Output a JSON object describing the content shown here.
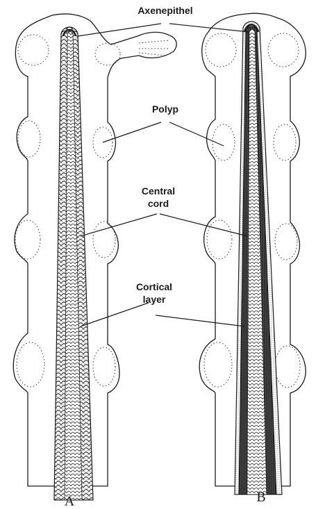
{
  "labels": {
    "axenepithel": "Axenepithel",
    "polyp": "Polyp",
    "central_cord_line1": "Central",
    "central_cord_line2": "cord",
    "cortical_layer_line1": "Cortical",
    "cortical_layer_line2": "layer"
  },
  "panels": {
    "a": "A",
    "b": "B"
  }
}
